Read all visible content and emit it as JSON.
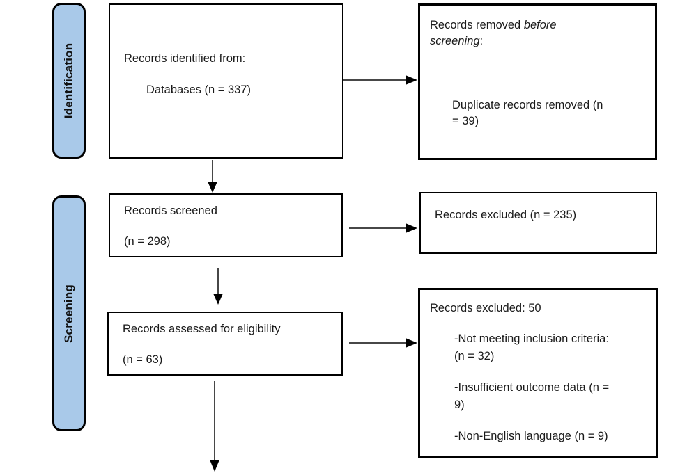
{
  "stages": {
    "identification": "Identification",
    "screening": "Screening"
  },
  "boxes": {
    "identified": {
      "line1": "Records identified from:",
      "line2": "Databases (n = 337)"
    },
    "removed": {
      "line1_normal": "Records removed ",
      "line1_italic": "before",
      "line2_italic": "screening",
      "line2_normal": ":",
      "detail_line1": "Duplicate records removed (n",
      "detail_line2": "= 39)"
    },
    "screened": {
      "line1": "Records screened",
      "line2": "(n = 298)"
    },
    "excluded_screening": {
      "line1": "Records excluded (n = 235)"
    },
    "assessed": {
      "line1": "Records assessed for eligibility",
      "line2": "(n = 63)"
    },
    "excluded_eligibility": {
      "title": "Records excluded: 50",
      "items": [
        [
          "-Not meeting inclusion criteria:",
          "(n = 32)"
        ],
        [
          "-Insufficient outcome data (n =",
          "9)"
        ],
        [
          "-Non-English language (n = 9)"
        ]
      ]
    }
  },
  "colors": {
    "stage_fill": "#a9c9e9",
    "box_border": "#000000",
    "arrow_shaft": "#474747",
    "arrow_head": "#000000"
  }
}
